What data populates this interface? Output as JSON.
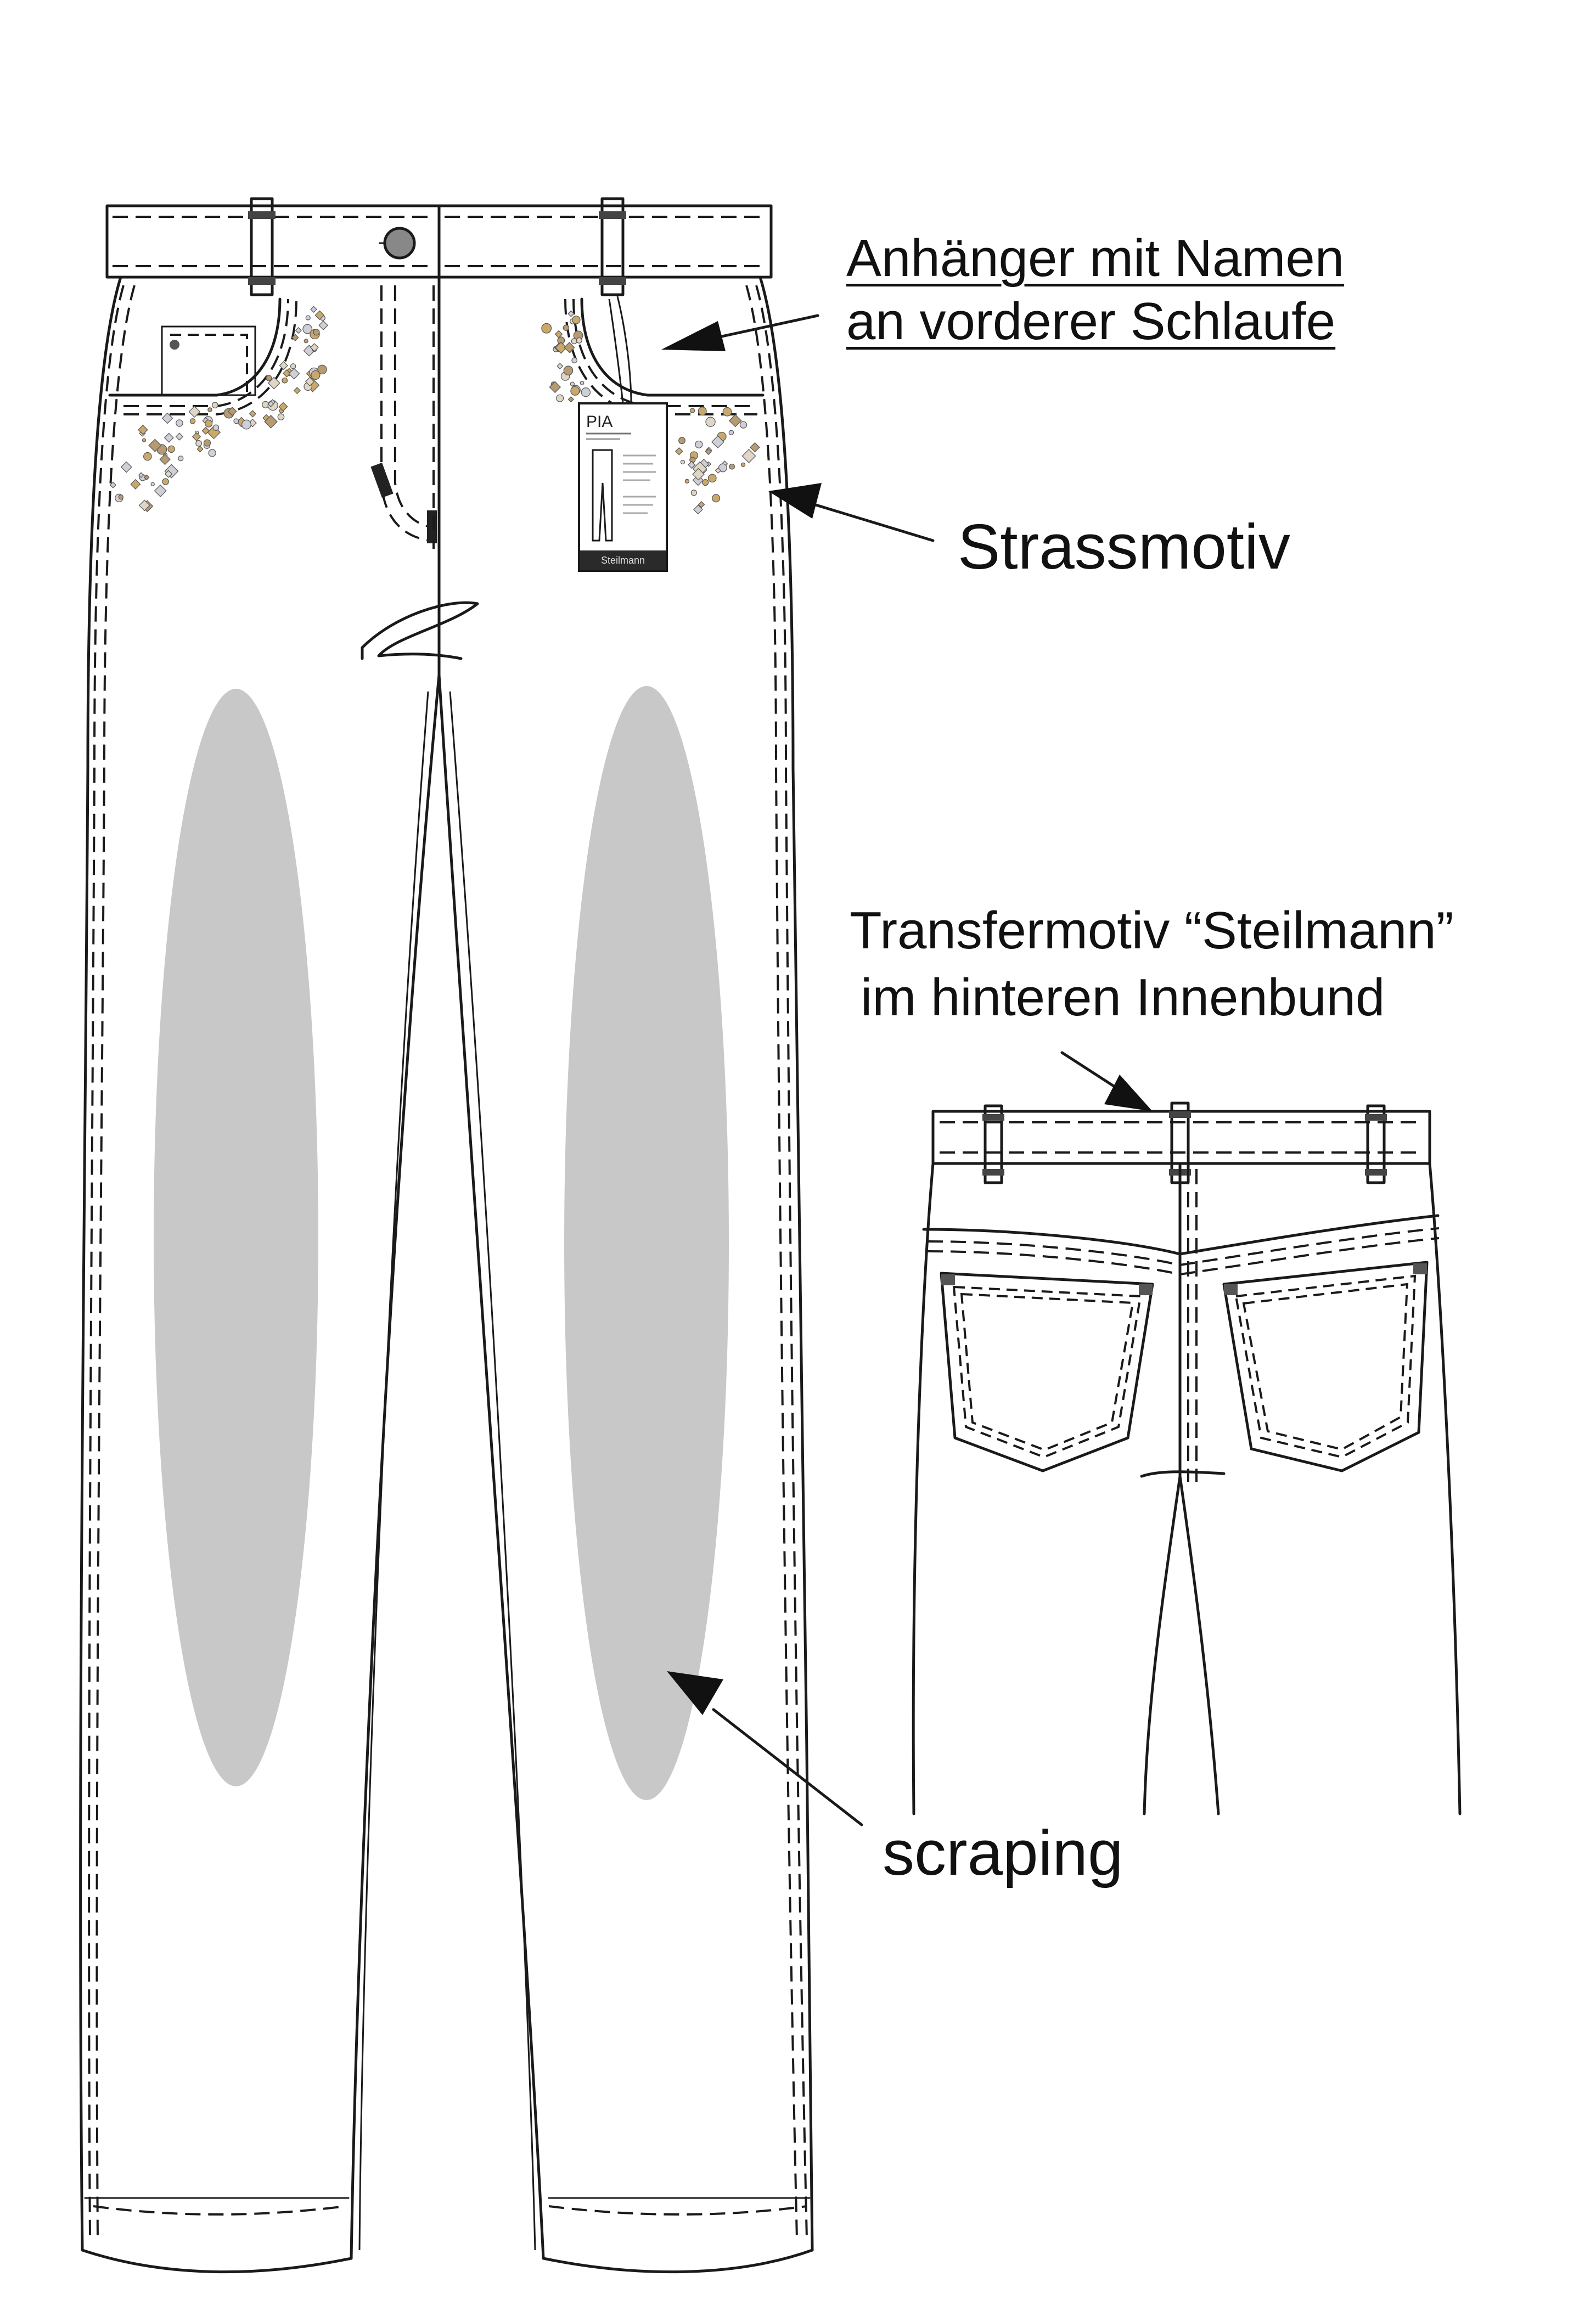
{
  "annotations": {
    "tag_loop_line1": "Anhänger mit Namen ",
    "tag_loop_line2": "an vorderer Schlaufe",
    "rhinestone": "Strassmotiv",
    "transfer_line1": "Transfermotiv “Steilmann”",
    "transfer_line2": " im hinteren Innenbund",
    "scraping": "scraping"
  },
  "hang_tag": {
    "name": "PIA",
    "brand": "Steilmann"
  },
  "colors": {
    "outline": "#1a1a1a",
    "scraping_fill": "#c8c8c8",
    "rhinestone_gold": "#c9a86a",
    "rhinestone_silver": "#cfcfd8",
    "tag_band": "#2a2a2a"
  },
  "icons": {
    "arrow": "arrow-icon",
    "button": "button-icon",
    "rivet": "rivet-icon"
  }
}
